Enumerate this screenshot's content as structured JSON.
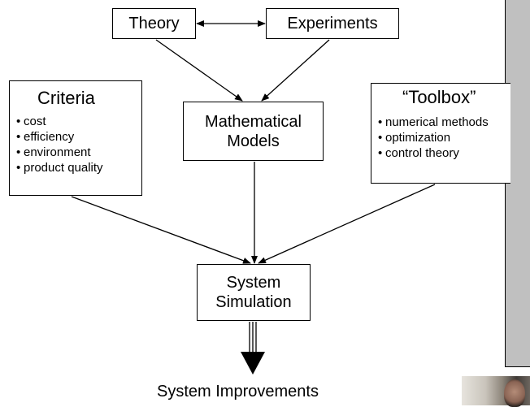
{
  "nodes": {
    "theory": "Theory",
    "experiments": "Experiments",
    "models": [
      "Mathematical",
      "Models"
    ],
    "simulation": [
      "System",
      "Simulation"
    ],
    "outcome": "System Improvements"
  },
  "criteria": {
    "title": "Criteria",
    "items": [
      "cost",
      "efficiency",
      "environment",
      "product quality"
    ]
  },
  "toolbox": {
    "title": "“Toolbox”",
    "items": [
      "numerical methods",
      "optimization",
      "control theory"
    ]
  },
  "bullet_glyph": "•"
}
